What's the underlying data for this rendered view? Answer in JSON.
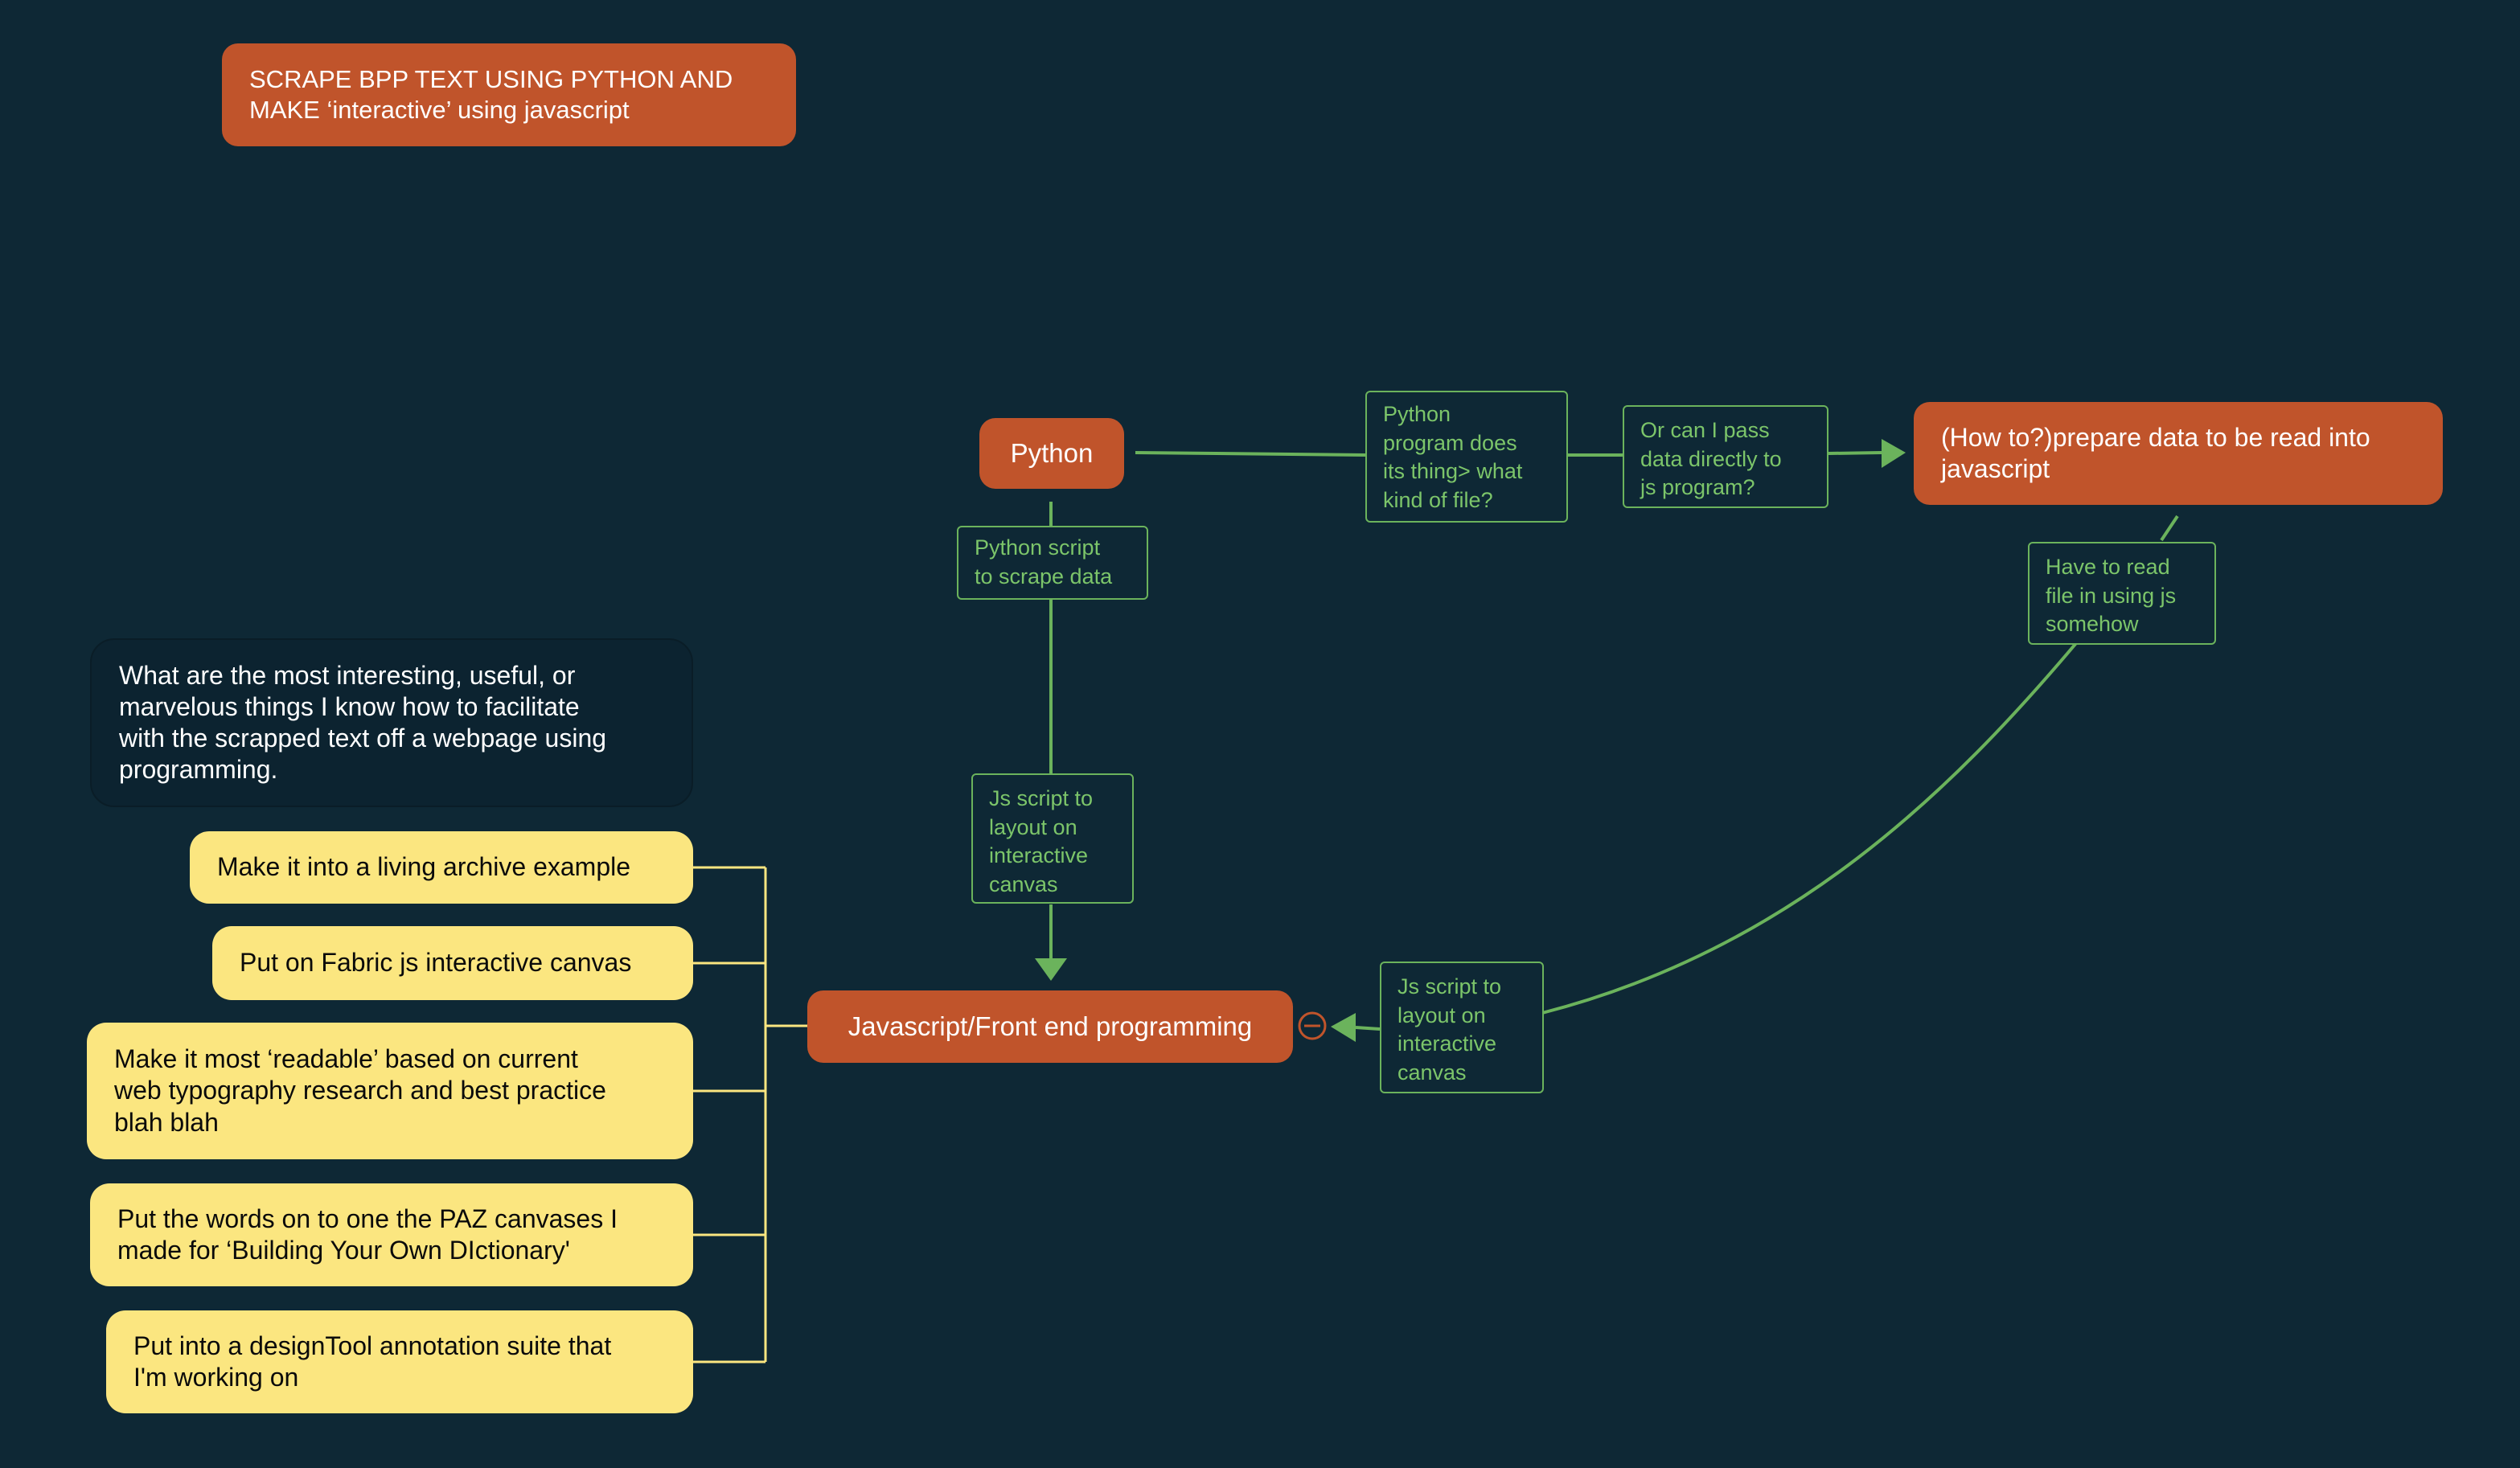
{
  "colors": {
    "background": "#0e2835",
    "topic_fill": "#c0542b",
    "line_green": "#6bb35c",
    "label_text": "#7cc56a",
    "idea_fill": "#fbe680",
    "question_fill": "#0c2330"
  },
  "title_topic": "SCRAPE BPP TEXT USING PYTHON AND\nMAKE ‘interactive’ using javascript",
  "nodes": {
    "python": "Python",
    "prepare_data": "(How to?)prepare data to be read into\njavascript",
    "javascript": "Javascript/Front end programming"
  },
  "relationship_labels": {
    "python_script": "Python script\nto scrape data",
    "js_script_vertical": "Js script to\nlayout on\ninteractive\ncanvas",
    "python_program": "Python\nprogram does\nits thing> what\nkind of  file?",
    "pass_directly": " Or can I pass\ndata directly to\njs program?",
    "read_file": "Have to read\nfile in using js\nsomehow",
    "js_script_curve": "Js script to\nlayout on\ninteractive\ncanvas"
  },
  "question": "What are the most interesting, useful, or\nmarvelous things I know how to facilitate\nwith the scrapped text off a webpage using\nprogramming.",
  "ideas": [
    "Make it into a living archive example",
    "Put on Fabric js interactive canvas",
    "Make it most ‘readable’ based on current\nweb typography research and best practice\nblah blah",
    "Put the words on to one the PAZ canvases I\nmade for ‘Building Your Own DIctionary'",
    "Put into a designTool annotation suite that\nI'm working on"
  ],
  "icons": {
    "collapse": "collapse-icon"
  }
}
